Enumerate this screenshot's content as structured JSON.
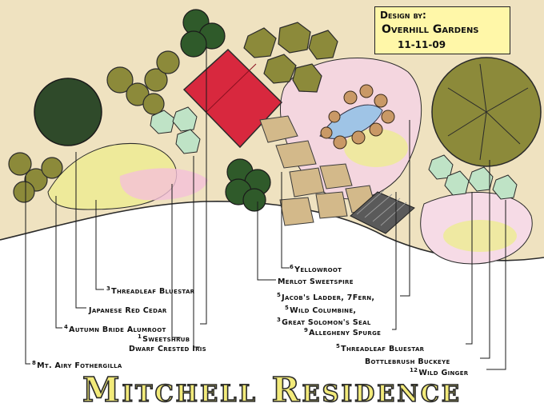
{
  "title_block": {
    "line1": "Design by:",
    "line2": "Overhill Gardens",
    "line3": "11-11-09"
  },
  "main_title": "Mitchell Residence",
  "plant_labels": [
    {
      "qty": "3",
      "name": "Threadleaf Bluestar"
    },
    {
      "qty": "",
      "name": "Japanese Red Cedar"
    },
    {
      "qty": "4",
      "name": "Autumn Bride Alumroot"
    },
    {
      "qty": "1",
      "name": "Sweetshrub"
    },
    {
      "qty": "",
      "name": "Dwarf Crested Iris"
    },
    {
      "qty": "8",
      "name": "Mt. Airy Fothergilla"
    },
    {
      "qty": "6",
      "name": "Yellowroot"
    },
    {
      "qty": "",
      "name": "Merlot Sweetspire"
    },
    {
      "qty": "5",
      "name": "Jacob's Ladder, 7Fern,"
    },
    {
      "qty": "5",
      "name": "Wild Columbine,"
    },
    {
      "qty": "3",
      "name": "Great Solomon's Seal"
    },
    {
      "qty": "9",
      "name": "Allegheny Spurge"
    },
    {
      "qty": "5",
      "name": "Threadleaf Bluestar"
    },
    {
      "qty": "",
      "name": "Bottlebrush Buckeye"
    },
    {
      "qty": "12",
      "name": "Wild Ginger"
    }
  ],
  "colors": {
    "bed": "#efe2c0",
    "lawn": "#ffffff",
    "shrub_olive": "#8c8a3a",
    "shrub_green": "#2f5a2a",
    "perennial_mint": "#bfe3c6",
    "house_red": "#d8283e",
    "pink_accent": "#f4c0d8",
    "yellow_accent": "#eeea9a",
    "stone": "#d3b98a",
    "title_box": "#fff7a8"
  }
}
